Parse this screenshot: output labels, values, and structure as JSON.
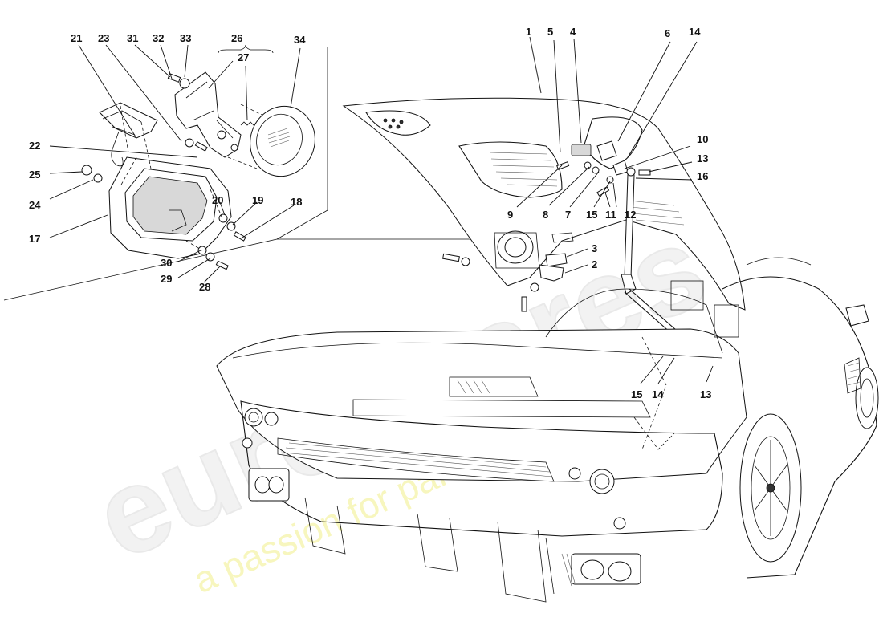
{
  "watermark": {
    "logo_text": "eurospares",
    "tagline": "a passion for parts since 1985"
  },
  "callouts": [
    {
      "id": "c1",
      "label": "1"
    },
    {
      "id": "c5",
      "label": "5"
    },
    {
      "id": "c4",
      "label": "4"
    },
    {
      "id": "c6",
      "label": "6"
    },
    {
      "id": "c14a",
      "label": "14"
    },
    {
      "id": "c10",
      "label": "10"
    },
    {
      "id": "c13a",
      "label": "13"
    },
    {
      "id": "c16",
      "label": "16"
    },
    {
      "id": "c9",
      "label": "9"
    },
    {
      "id": "c8",
      "label": "8"
    },
    {
      "id": "c7",
      "label": "7"
    },
    {
      "id": "c15a",
      "label": "15"
    },
    {
      "id": "c11",
      "label": "11"
    },
    {
      "id": "c12",
      "label": "12"
    },
    {
      "id": "c3",
      "label": "3"
    },
    {
      "id": "c2",
      "label": "2"
    },
    {
      "id": "c15b",
      "label": "15"
    },
    {
      "id": "c14b",
      "label": "14"
    },
    {
      "id": "c13b",
      "label": "13"
    },
    {
      "id": "c21",
      "label": "21"
    },
    {
      "id": "c23",
      "label": "23"
    },
    {
      "id": "c31",
      "label": "31"
    },
    {
      "id": "c32",
      "label": "32"
    },
    {
      "id": "c33",
      "label": "33"
    },
    {
      "id": "c26",
      "label": "26"
    },
    {
      "id": "c27",
      "label": "27"
    },
    {
      "id": "c34",
      "label": "34"
    },
    {
      "id": "c22",
      "label": "22"
    },
    {
      "id": "c25",
      "label": "25"
    },
    {
      "id": "c24",
      "label": "24"
    },
    {
      "id": "c20",
      "label": "20"
    },
    {
      "id": "c19",
      "label": "19"
    },
    {
      "id": "c18",
      "label": "18"
    },
    {
      "id": "c17",
      "label": "17"
    },
    {
      "id": "c30",
      "label": "30"
    },
    {
      "id": "c29",
      "label": "29"
    },
    {
      "id": "c28",
      "label": "28"
    }
  ]
}
